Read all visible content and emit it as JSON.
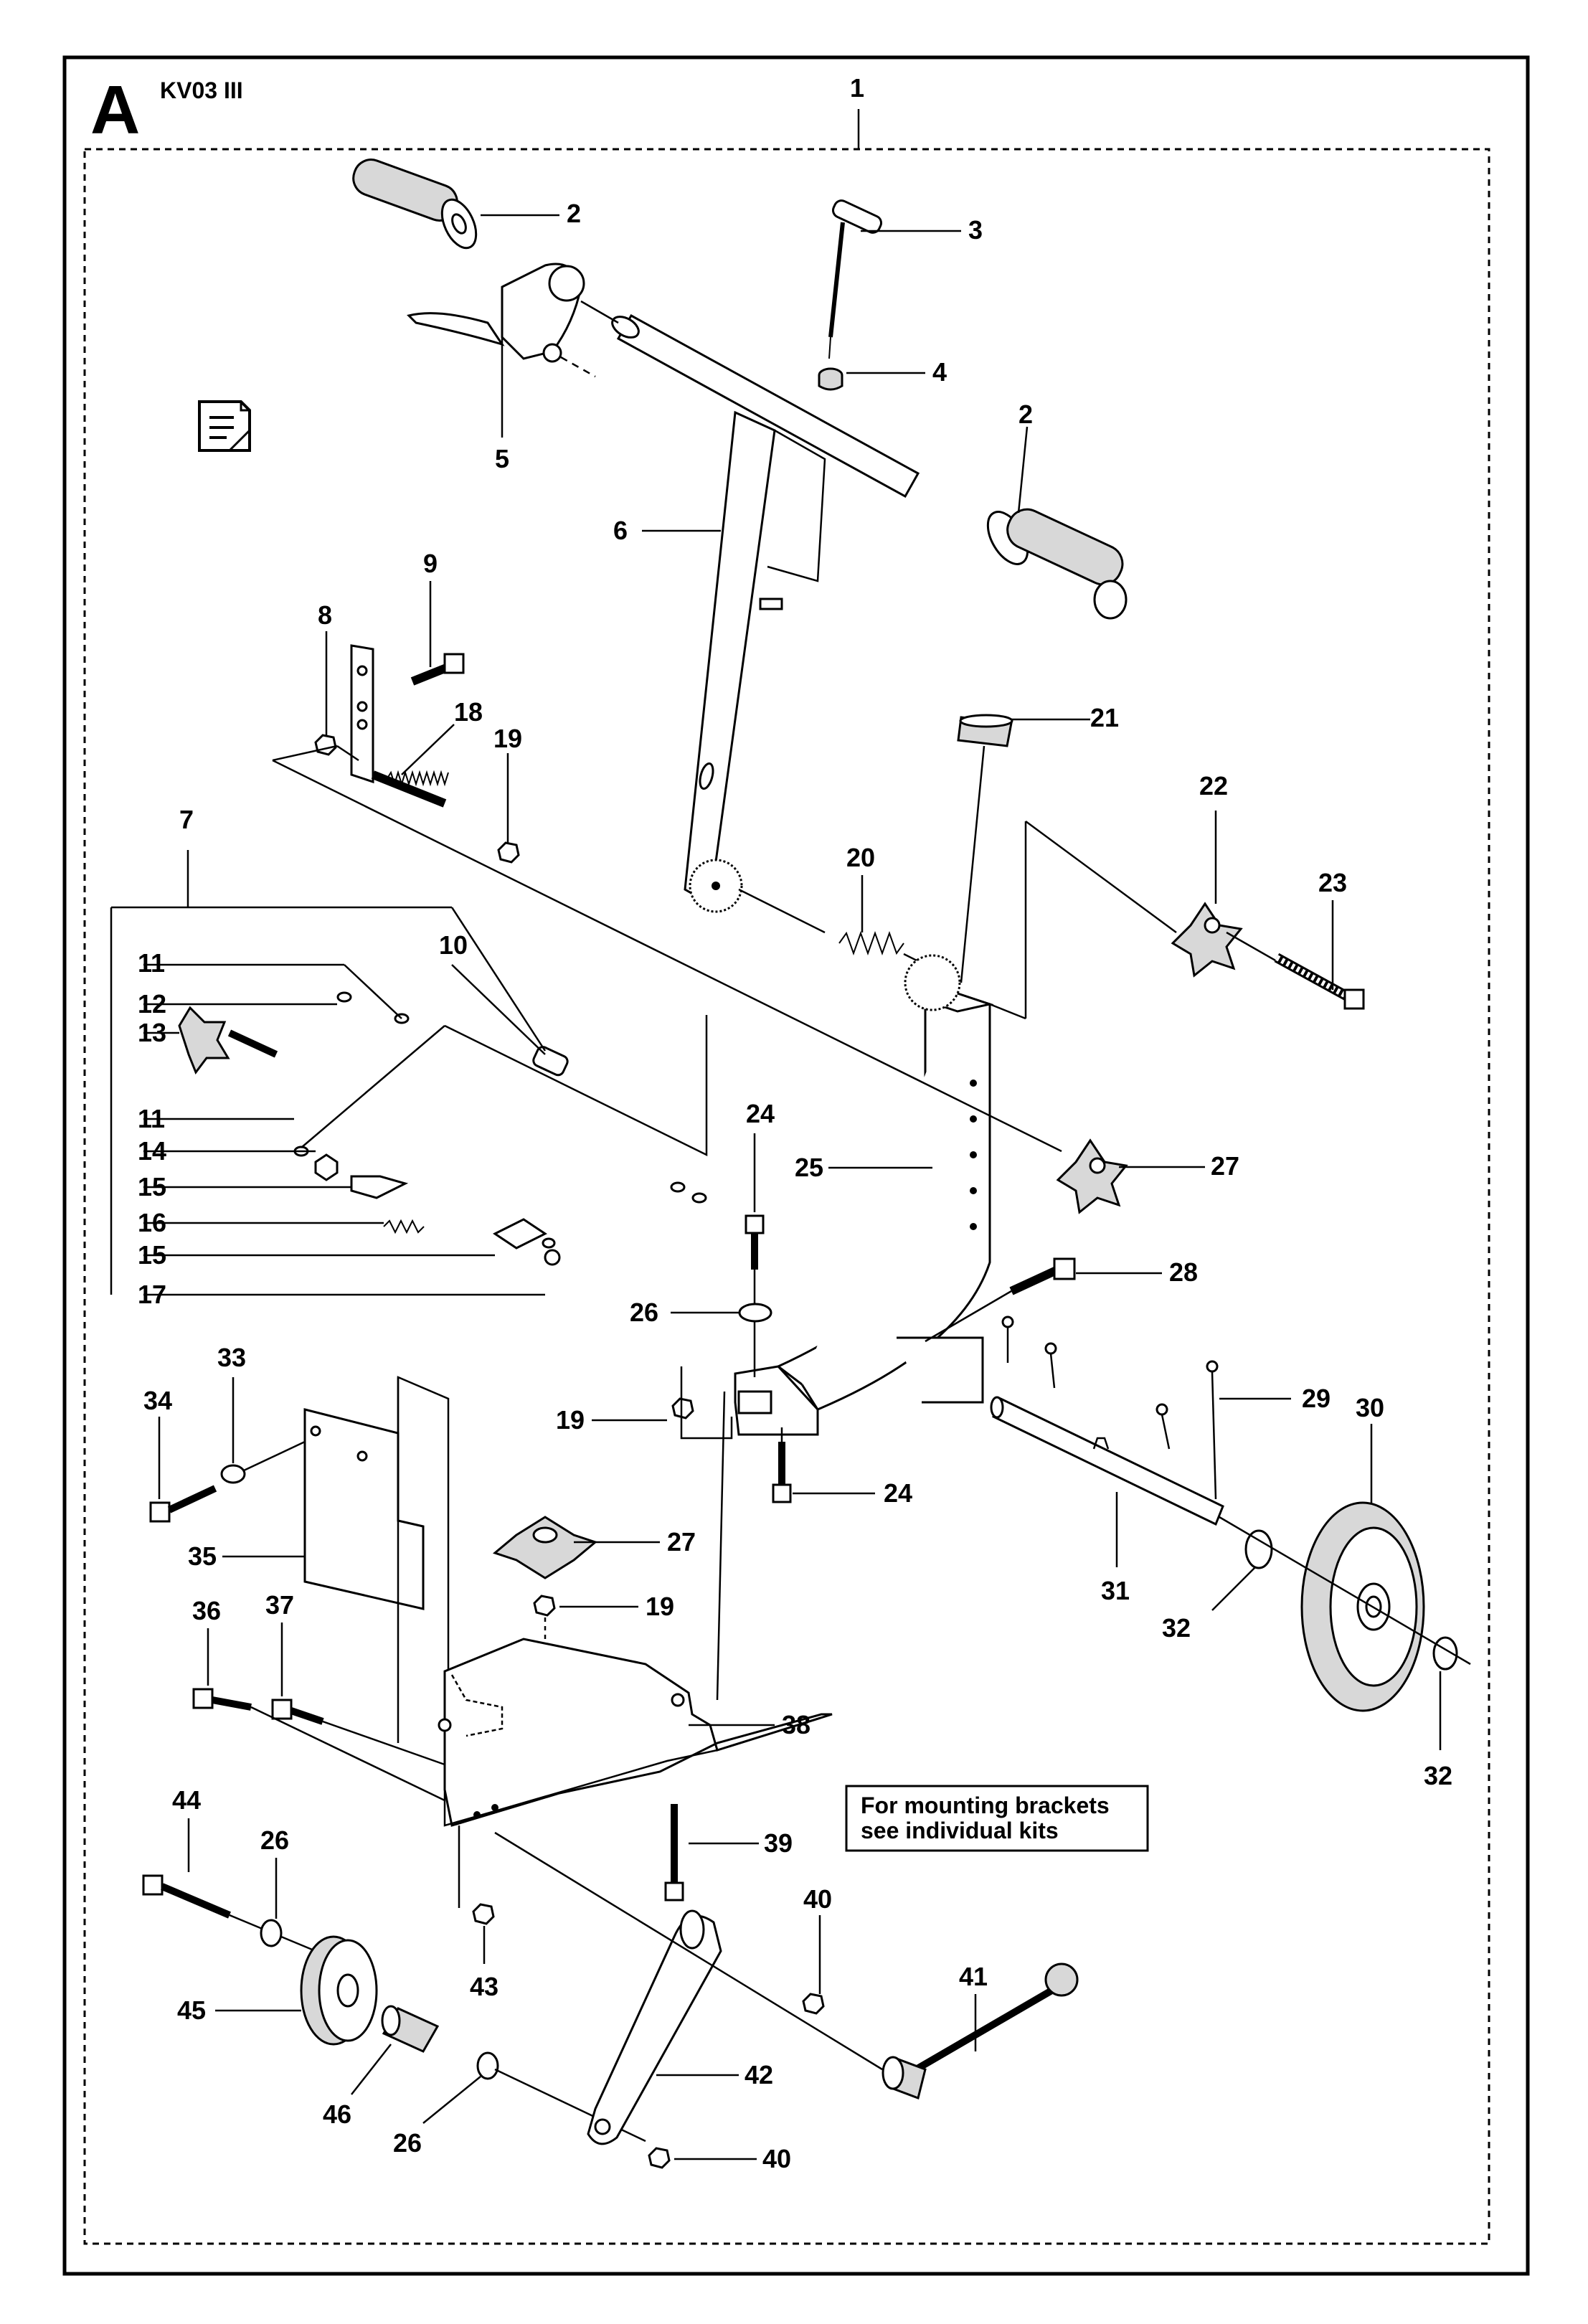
{
  "diagram": {
    "section_letter": "A",
    "model": "KV03 III",
    "note_lines": [
      "For mounting brackets",
      "see individual kits"
    ],
    "document_icon": "manual-icon",
    "part_labels": [
      {
        "id": "label-1",
        "text": "1"
      },
      {
        "id": "label-2a",
        "text": "2"
      },
      {
        "id": "label-3",
        "text": "3"
      },
      {
        "id": "label-4",
        "text": "4"
      },
      {
        "id": "label-2b",
        "text": "2"
      },
      {
        "id": "label-5",
        "text": "5"
      },
      {
        "id": "label-6",
        "text": "6"
      },
      {
        "id": "label-9",
        "text": "9"
      },
      {
        "id": "label-8",
        "text": "8"
      },
      {
        "id": "label-18",
        "text": "18"
      },
      {
        "id": "label-19a",
        "text": "19"
      },
      {
        "id": "label-21",
        "text": "21"
      },
      {
        "id": "label-7",
        "text": "7"
      },
      {
        "id": "label-10",
        "text": "10"
      },
      {
        "id": "label-11a",
        "text": "11"
      },
      {
        "id": "label-12",
        "text": "12"
      },
      {
        "id": "label-13",
        "text": "13"
      },
      {
        "id": "label-11b",
        "text": "11"
      },
      {
        "id": "label-14",
        "text": "14"
      },
      {
        "id": "label-15a",
        "text": "15"
      },
      {
        "id": "label-16",
        "text": "16"
      },
      {
        "id": "label-15b",
        "text": "15"
      },
      {
        "id": "label-17",
        "text": "17"
      },
      {
        "id": "label-20",
        "text": "20"
      },
      {
        "id": "label-22",
        "text": "22"
      },
      {
        "id": "label-23",
        "text": "23"
      },
      {
        "id": "label-24a",
        "text": "24"
      },
      {
        "id": "label-25",
        "text": "25"
      },
      {
        "id": "label-27a",
        "text": "27"
      },
      {
        "id": "label-28",
        "text": "28"
      },
      {
        "id": "label-26a",
        "text": "26"
      },
      {
        "id": "label-29",
        "text": "29"
      },
      {
        "id": "label-30",
        "text": "30"
      },
      {
        "id": "label-19b",
        "text": "19"
      },
      {
        "id": "label-33",
        "text": "33"
      },
      {
        "id": "label-34",
        "text": "34"
      },
      {
        "id": "label-24b",
        "text": "24"
      },
      {
        "id": "label-31",
        "text": "31"
      },
      {
        "id": "label-32a",
        "text": "32"
      },
      {
        "id": "label-35",
        "text": "35"
      },
      {
        "id": "label-27b",
        "text": "27"
      },
      {
        "id": "label-36",
        "text": "36"
      },
      {
        "id": "label-37",
        "text": "37"
      },
      {
        "id": "label-19c",
        "text": "19"
      },
      {
        "id": "label-32b",
        "text": "32"
      },
      {
        "id": "label-38",
        "text": "38"
      },
      {
        "id": "label-44",
        "text": "44"
      },
      {
        "id": "label-26b",
        "text": "26"
      },
      {
        "id": "label-39",
        "text": "39"
      },
      {
        "id": "label-40a",
        "text": "40"
      },
      {
        "id": "label-41",
        "text": "41"
      },
      {
        "id": "label-43",
        "text": "43"
      },
      {
        "id": "label-45",
        "text": "45"
      },
      {
        "id": "label-42",
        "text": "42"
      },
      {
        "id": "label-46",
        "text": "46"
      },
      {
        "id": "label-26c",
        "text": "26"
      },
      {
        "id": "label-40b",
        "text": "40"
      }
    ]
  }
}
